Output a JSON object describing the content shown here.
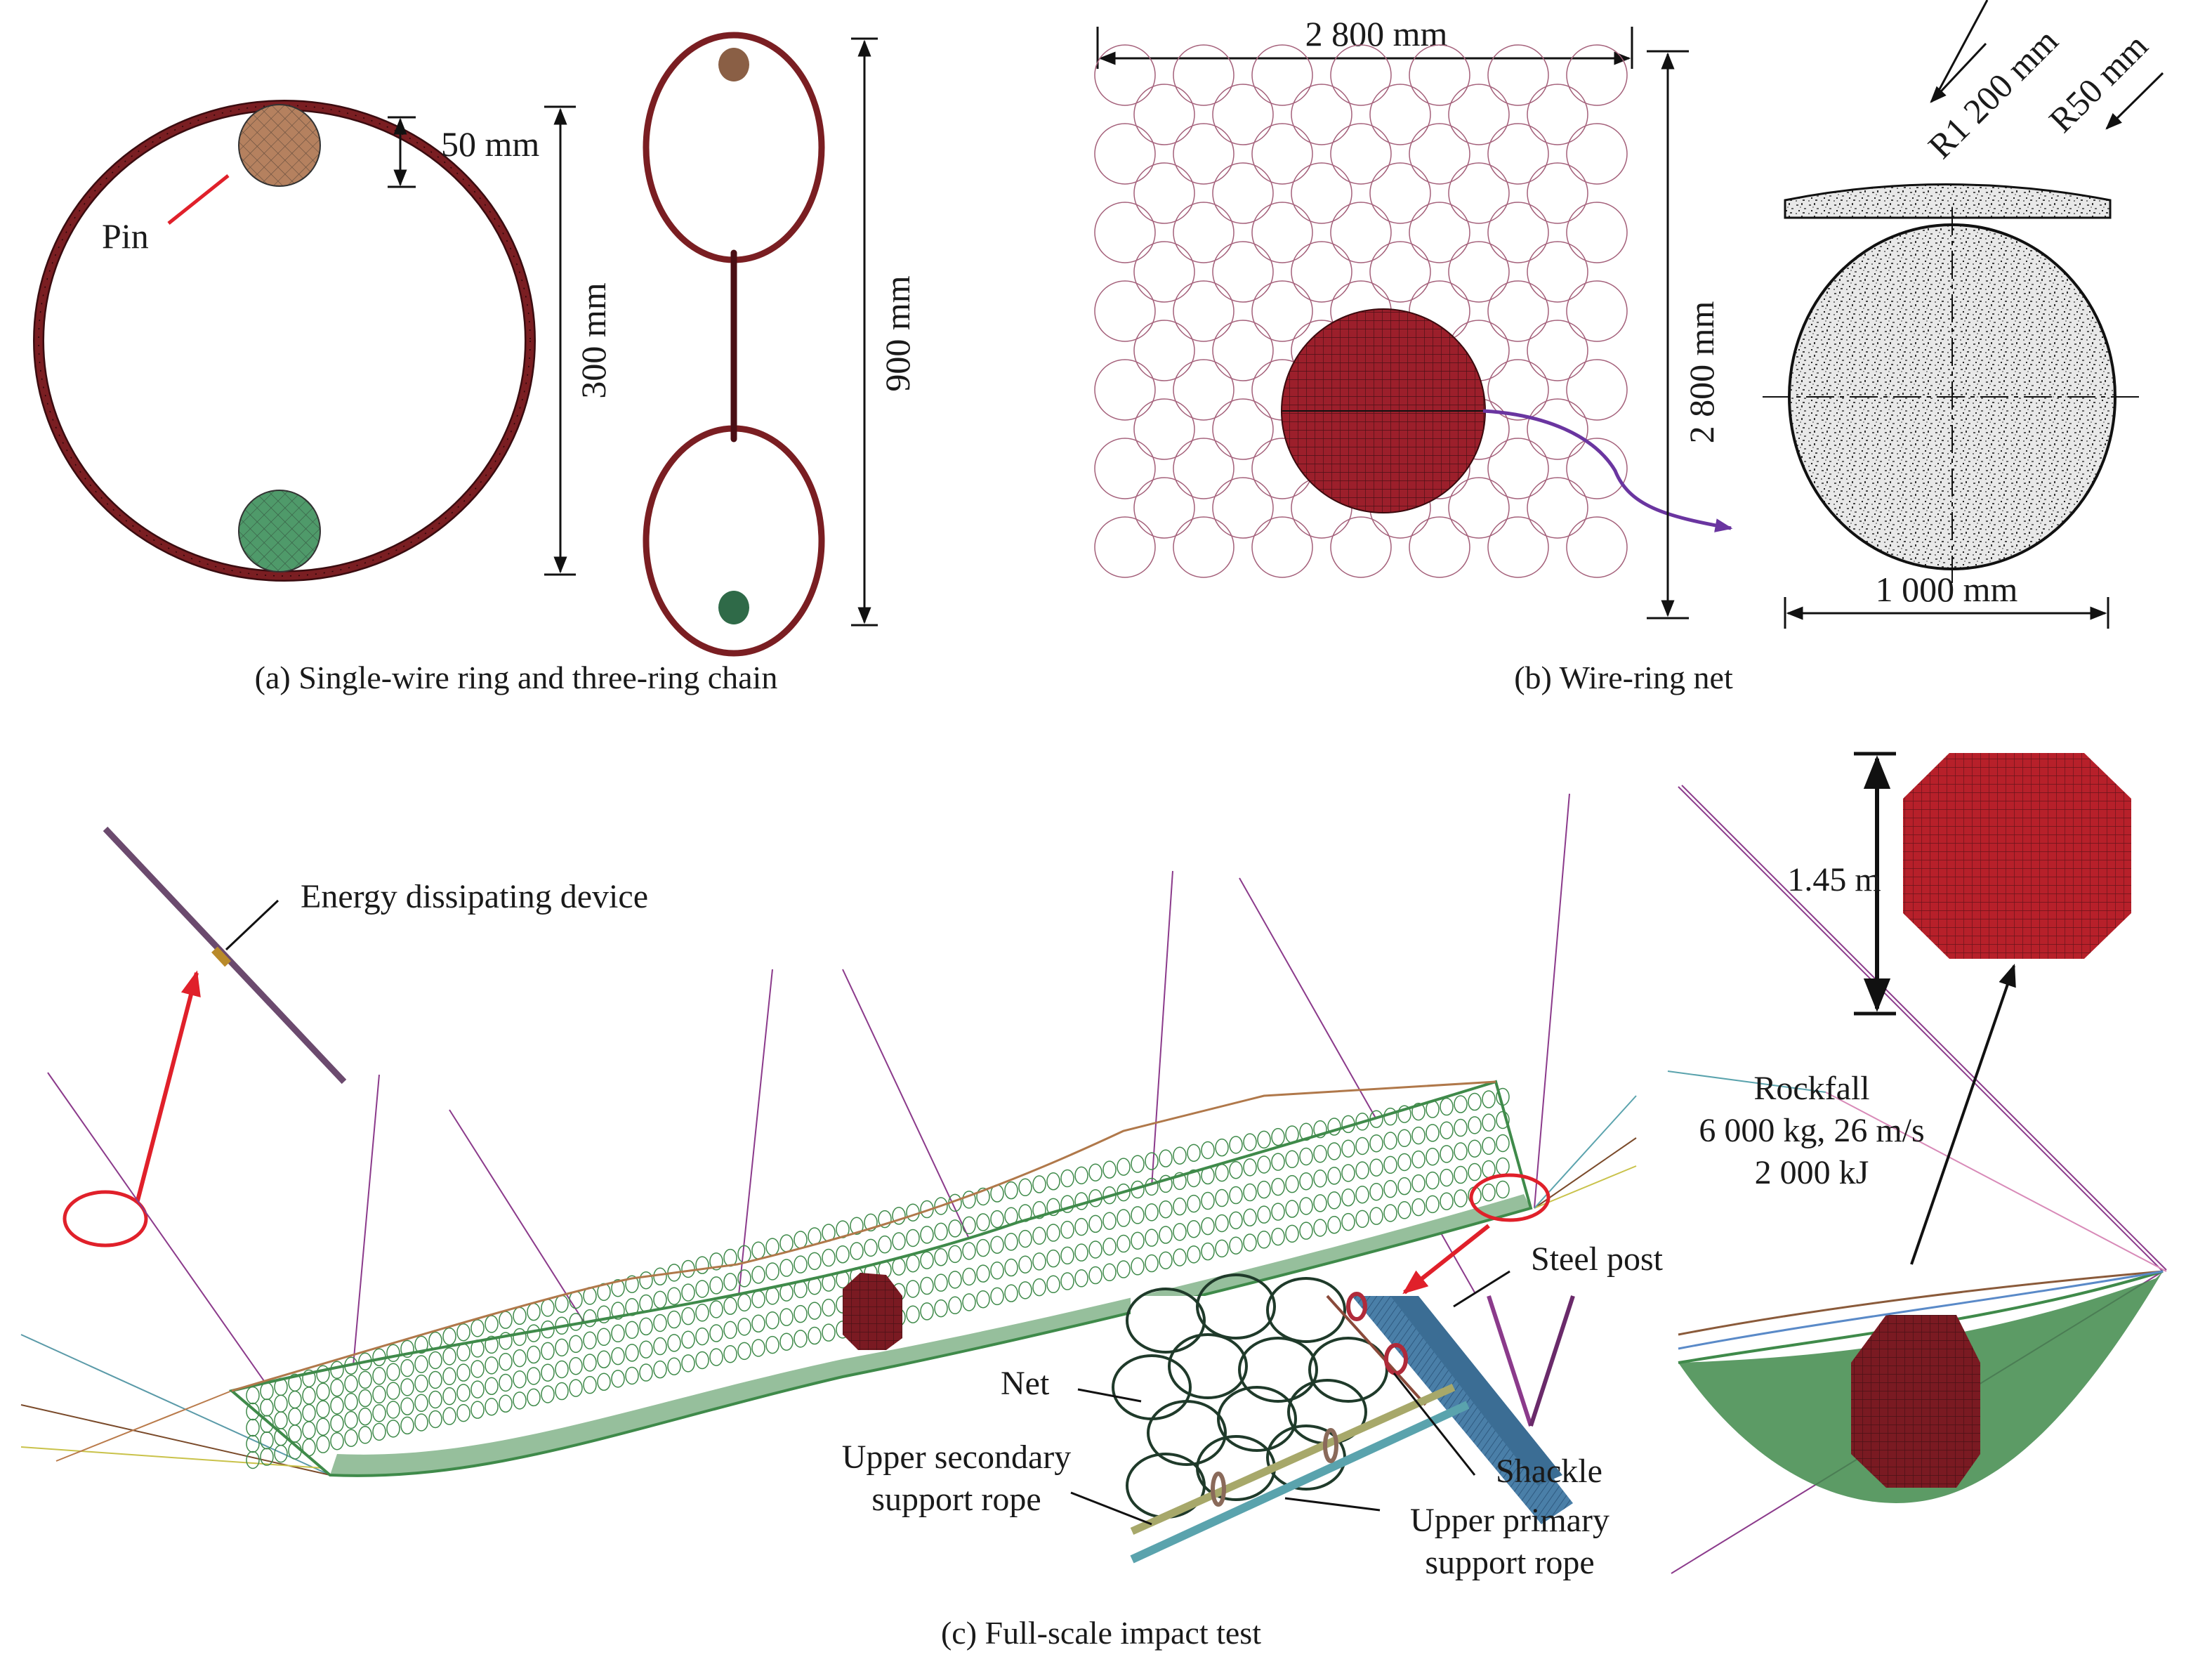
{
  "figure": {
    "panels": [
      {
        "id": "a",
        "caption": "(a) Single-wire ring and three-ring chain",
        "labels": {
          "pin": "Pin",
          "pin_offset": "50 mm",
          "ring_diameter": "300 mm",
          "chain_length": "900 mm"
        }
      },
      {
        "id": "b",
        "caption": "(b) Wire-ring net",
        "labels": {
          "net_width": "2 800 mm",
          "net_height": "2 800 mm",
          "loader_radius_large": "R1 200 mm",
          "loader_radius_small": "R50 mm",
          "loader_diameter": "1 000 mm"
        }
      },
      {
        "id": "c",
        "caption": "(c) Full-scale impact test",
        "labels": {
          "energy_device": "Energy dissipating device",
          "steel_post": "Steel post",
          "net": "Net",
          "shackle": "Shackle",
          "upper_secondary_line1": "Upper secondary",
          "upper_secondary_line2": "support rope",
          "upper_primary_line1": "Upper primary",
          "upper_primary_line2": "support rope",
          "block_size": "1.45 m",
          "rockfall_title": "Rockfall",
          "rockfall_mass_speed": "6 000 kg, 26 m/s",
          "rockfall_energy": "2 000 kJ"
        }
      }
    ],
    "colors": {
      "ring": "#7a1e22",
      "pin_top": "#b5815f",
      "pin_bottom": "#4f9a6a",
      "net_ring": "#a4607a",
      "sphere": "#9c1f2b",
      "arrow_purple": "#6a35a0",
      "net_green": "#3f8a4a",
      "block_red": "#b7202a",
      "annot_red": "#e0202a",
      "post_blue": "#4a7fa8",
      "rope_olive": "#a7a86a",
      "rope_teal": "#5aa3ad"
    }
  }
}
